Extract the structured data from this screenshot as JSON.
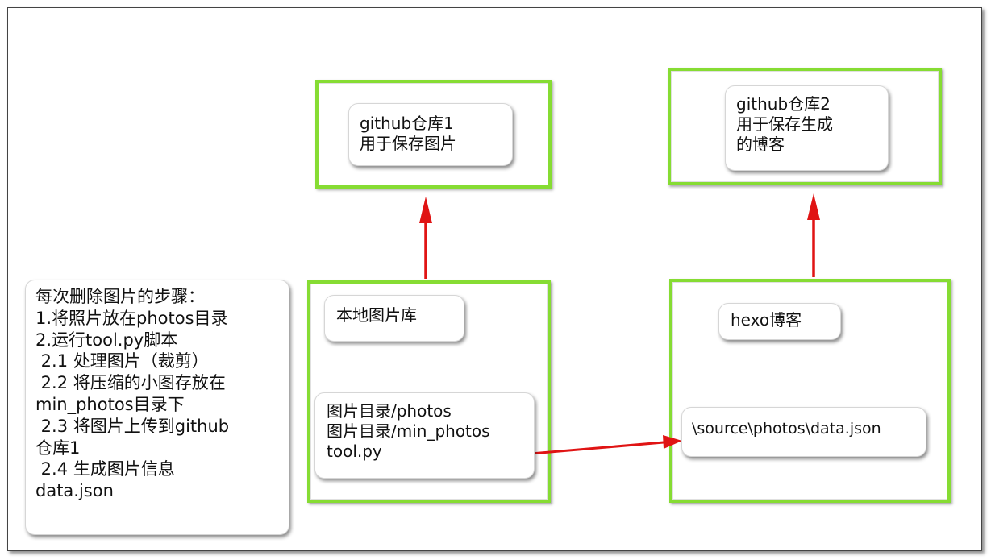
{
  "colors": {
    "box_border": "#86dc33",
    "arrow": "#e01414",
    "frame_border": "#444444"
  },
  "repo1": {
    "lines": [
      "github仓库1",
      "用于保存图片"
    ]
  },
  "repo2": {
    "lines": [
      "github仓库2",
      "用于保存生成",
      "的博客"
    ]
  },
  "local": {
    "title": "本地图片库",
    "lines": [
      "图片目录/photos",
      "图片目录/min_photos",
      "tool.py"
    ]
  },
  "hexo": {
    "title": "hexo博客",
    "path": "\\source\\photos\\data.json"
  },
  "steps": {
    "lines": [
      "每次删除图片的步骤：",
      "1.将照片放在photos目录",
      "2.运行tool.py脚本",
      " 2.1 处理图片（裁剪）",
      " 2.2 将压缩的小图存放在",
      "min_photos目录下",
      " 2.3 将图片上传到github",
      "仓库1",
      " 2.4 生成图片信息",
      "data.json"
    ]
  }
}
